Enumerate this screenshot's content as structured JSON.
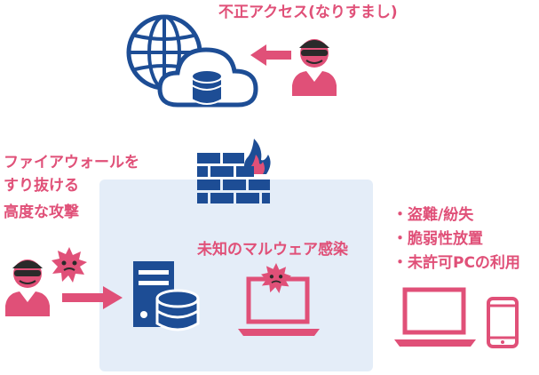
{
  "labels": {
    "unauthorized_access": "不正アクセス(なりすまし)",
    "firewall_bypass": [
      "ファイアウォールを",
      "すり抜ける",
      "高度な攻撃"
    ],
    "unknown_malware": "未知のマルウェア感染"
  },
  "risks": [
    "盗難/紛失",
    "脆弱性放置",
    "未許可PCの利用"
  ],
  "colors": {
    "accent": "#e05078",
    "primary": "#1d4d95",
    "zone": "#e4edf8"
  },
  "icons": [
    "globe-icon",
    "cloud-database-icon",
    "hacker-icon",
    "arrow-left-icon",
    "firewall-icon",
    "virus-icon",
    "arrow-right-icon",
    "server-icon",
    "database-icon",
    "infected-laptop-icon",
    "laptop-icon",
    "smartphone-icon"
  ]
}
